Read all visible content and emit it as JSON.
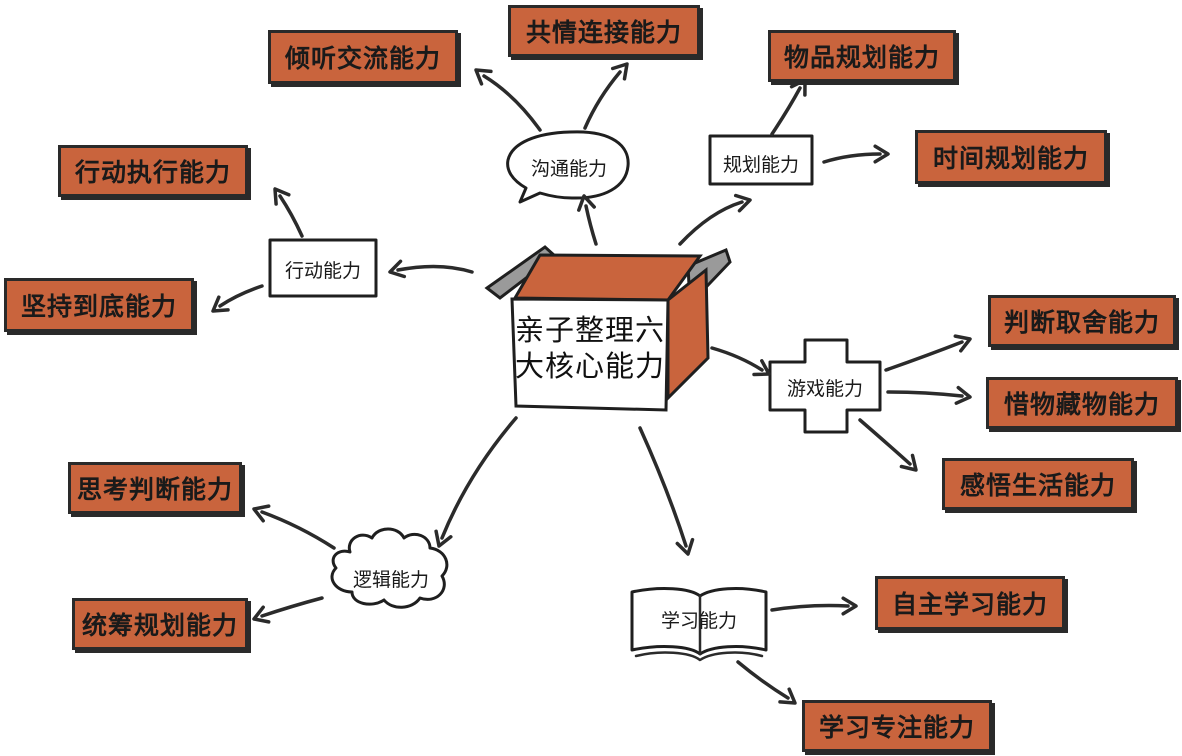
{
  "center": {
    "line1": "亲子整理六",
    "line2": "大核心能力"
  },
  "hubs": {
    "communication": "沟通能力",
    "planning": "规划能力",
    "action": "行动能力",
    "game": "游戏能力",
    "logic": "逻辑能力",
    "study": "学习能力"
  },
  "leaves": {
    "listening": "倾听交流能力",
    "empathy": "共情连接能力",
    "item_planning": "物品规划能力",
    "time_planning": "时间规划能力",
    "execution": "行动执行能力",
    "persistence": "坚持到底能力",
    "judge_choose": "判断取舍能力",
    "cherish": "惜物藏物能力",
    "perceive_life": "感悟生活能力",
    "think_judge": "思考判断能力",
    "overall_planning": "统筹规划能力",
    "self_study": "自主学习能力",
    "focus": "学习专注能力"
  },
  "colors": {
    "box_fill": "#c9643d",
    "outline": "#2a2a2a",
    "flap_gray": "#9a9a9a"
  }
}
